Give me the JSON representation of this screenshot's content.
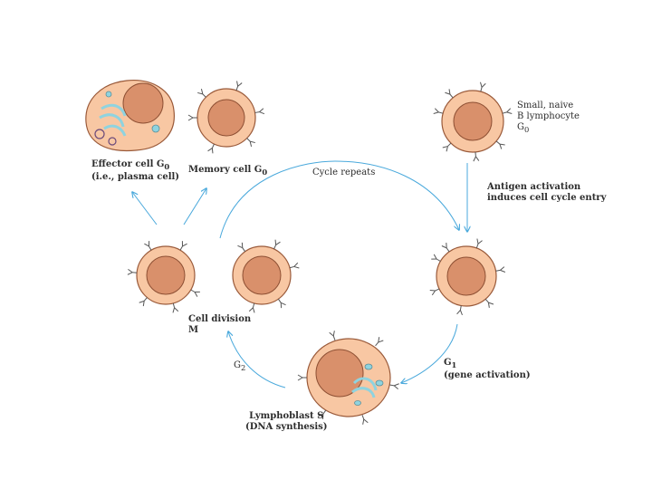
{
  "labels": {
    "naive_line1": "Small, naive",
    "naive_line2": "B lymphocyte",
    "naive_line3": "G",
    "naive_line3_sub": "0",
    "antigen_line1": "Antigen activation",
    "antigen_line2": "induces cell cycle entry",
    "cycle_repeats": "Cycle repeats",
    "effector_line1": "Effector cell G",
    "effector_line1_sub": "0",
    "effector_line2": "(i.e., plasma cell)",
    "memory": "Memory cell G",
    "memory_sub": "0",
    "g1_line1": "G",
    "g1_line1_sub": "1",
    "g1_line2": "(gene activation)",
    "celldiv_line1": "Cell division",
    "celldiv_line2": "M",
    "g2": "G",
    "g2_sub": "2",
    "lympho_line1": "Lymphoblast S",
    "lympho_line2": "(DNA synthesis)"
  },
  "colors": {
    "cell_fill": "#f8c7a3",
    "cell_stroke": "#9a5a3a",
    "nucleus_fill": "#d9906b",
    "arrow": "#4aa9dc",
    "organelle": "#8fd3df",
    "text": "#2d2d2d"
  }
}
